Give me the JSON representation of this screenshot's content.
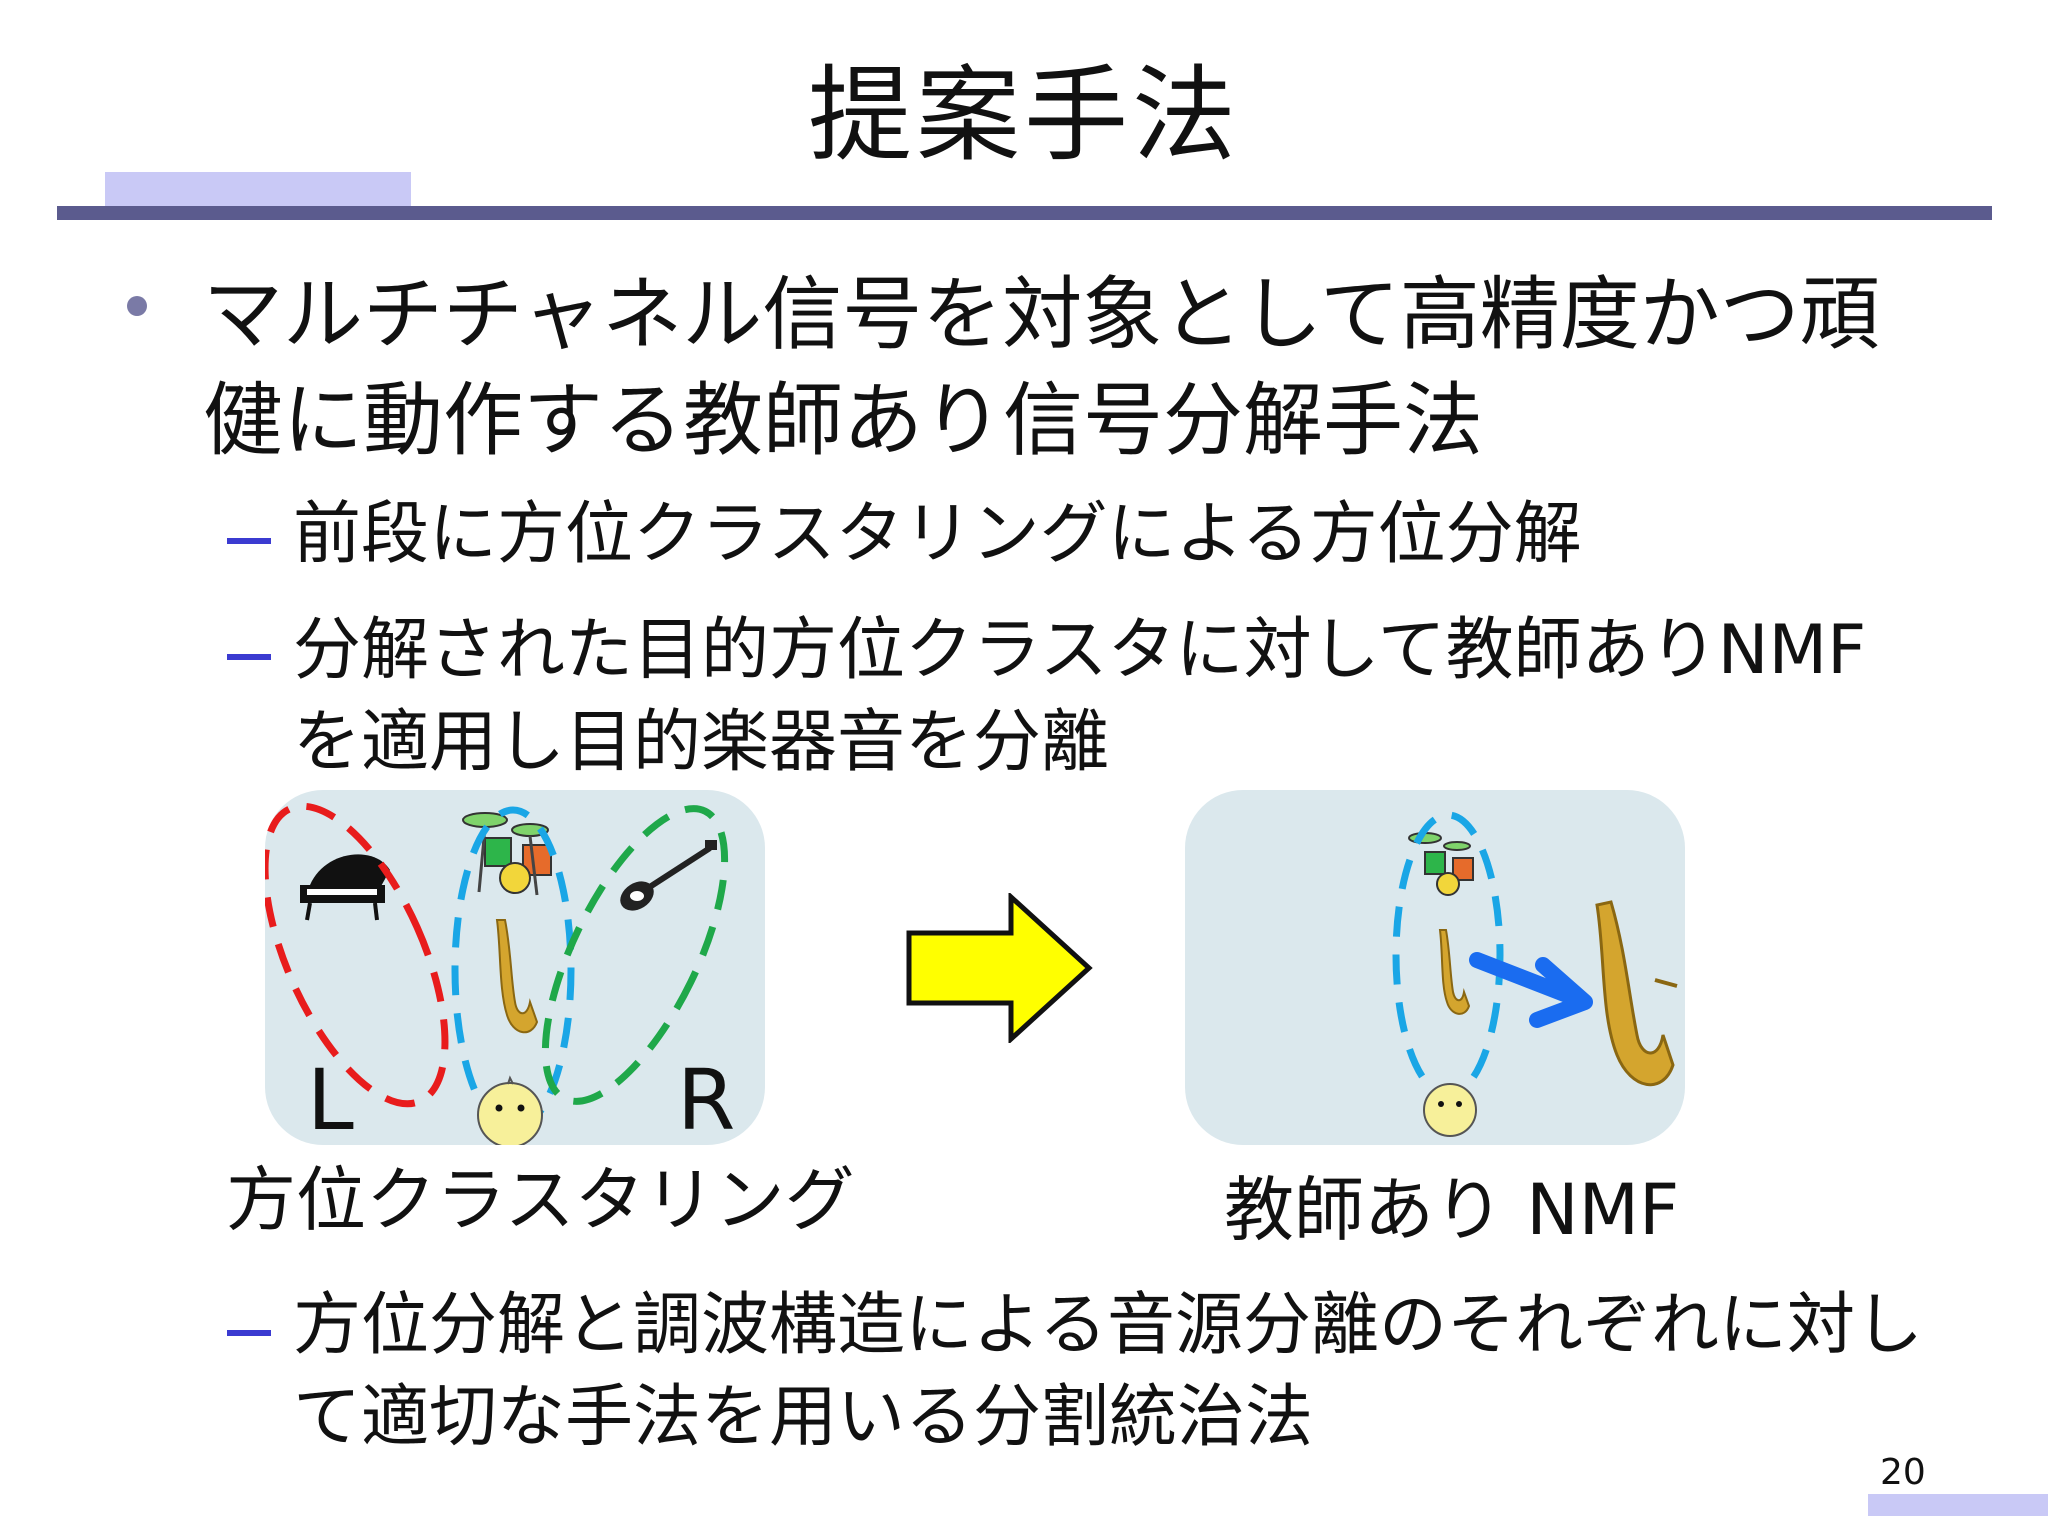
{
  "slide": {
    "title": "提案手法",
    "page_number": "20"
  },
  "bullet": {
    "text": "マルチチャネル信号を対象として高精度かつ頑健に動作する教師あり信号分解手法"
  },
  "sub_items": [
    {
      "text": "前段に方位クラスタリングによる方位分解"
    },
    {
      "text": "分解された目的方位クラスタに対して教師ありNMF を適用し目的楽器音を分離"
    },
    {
      "text": "方位分解と調波構造による音源分離のそれぞれに対して適切な手法を用いる分割統治法"
    }
  ],
  "figure": {
    "left_panel": {
      "label_left": "L",
      "label_right": "R",
      "caption": "方位クラスタリング"
    },
    "right_panel": {
      "caption": "教師あり NMF"
    },
    "colors": {
      "panel": "#dbe8ed",
      "cluster_left": "#e81c1c",
      "cluster_center": "#1aa6e6",
      "cluster_right": "#1fa84a",
      "big_arrow": "#ffff00",
      "small_arrow": "#1a6cf0",
      "face": "#f7f09a"
    },
    "icons": [
      "grand-piano-icon",
      "drum-kit-icon",
      "saxophone-icon",
      "electric-guitar-icon",
      "listener-face-icon"
    ]
  }
}
